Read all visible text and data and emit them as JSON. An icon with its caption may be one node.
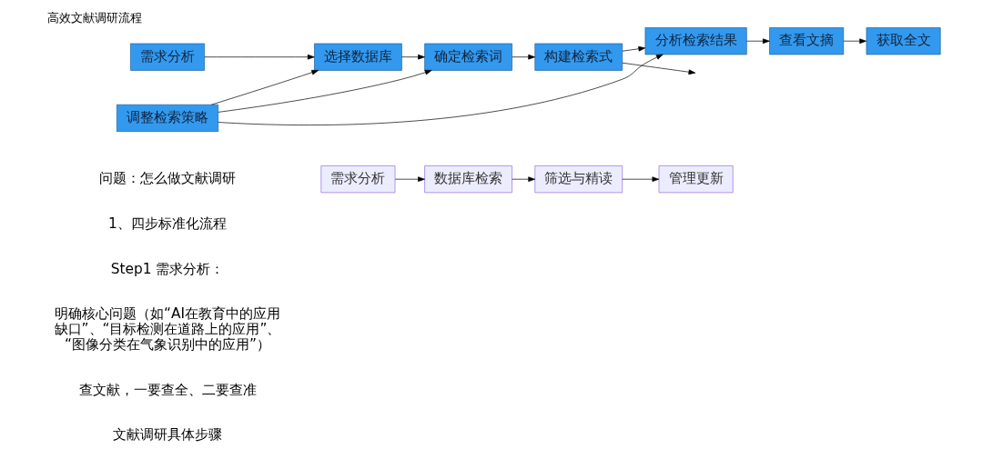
{
  "diagram": {
    "title": "高效文献调研流程",
    "nodes": [
      {
        "text": [
          "需求分析"
        ]
      },
      {
        "text": [
          "数据库检索"
        ]
      },
      {
        "text": [
          "筛选与精读"
        ]
      },
      {
        "text": [
          "管理更新"
        ]
      },
      {
        "text": [
          "需求分析"
        ]
      },
      {
        "text": [
          "选择数据库"
        ]
      },
      {
        "text": [
          "确定检索词"
        ]
      },
      {
        "text": [
          "构建检索式"
        ]
      },
      {
        "text": [
          "分析检索结果"
        ]
      },
      {
        "text": [
          "查看文摘"
        ]
      },
      {
        "text": [
          "获取全文"
        ]
      },
      {
        "text": [
          "调整检索策略"
        ]
      }
    ],
    "edges": [
      {
        "from": 0,
        "to": 1,
        "arrow": "to"
      },
      {
        "from": 1,
        "to": 2,
        "arrow": "to"
      },
      {
        "from": 2,
        "to": 3,
        "arrow": "to"
      },
      {
        "from": 4,
        "to": 5,
        "arrow": "to"
      },
      {
        "from": 5,
        "to": 6,
        "arrow": "to"
      },
      {
        "from": 6,
        "to": 7,
        "arrow": "to"
      },
      {
        "from": 7,
        "to": 8,
        "arrow": "to"
      },
      {
        "from": 8,
        "to": 9,
        "arrow": "to"
      },
      {
        "from": 9,
        "to": 10,
        "arrow": "to"
      },
      {
        "from": 11,
        "to": 5,
        "arrow": "to"
      },
      {
        "from": 11,
        "to": 6,
        "arrow": "to"
      },
      {
        "from": 11,
        "to": 8,
        "arrow": "to"
      },
      {
        "from": 7,
        "to": null,
        "arrow": "to"
      }
    ],
    "labels": [
      "问题：怎么做文献调研",
      "1、四步标准化流程",
      "Step1 需求分析：",
      "明确核心问题（如“AI在教育中的应用缺口”、“目标检测在道路上的应用”、“图像分类在气象识别中的应用”）",
      "查文献，一要查全、二要查准",
      "文献调研具体步骤"
    ]
  }
}
